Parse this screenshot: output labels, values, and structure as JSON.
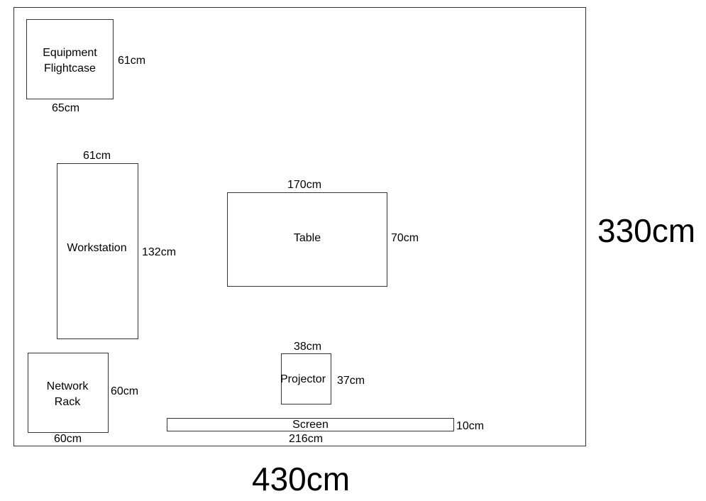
{
  "room": {
    "width_label": "430cm",
    "height_label": "330cm"
  },
  "items": {
    "flightcase": {
      "label_line1": "Equipment",
      "label_line2": "Flightcase",
      "width_label": "65cm",
      "depth_label": "61cm"
    },
    "workstation": {
      "label": "Workstation",
      "width_label": "61cm",
      "depth_label": "132cm"
    },
    "table": {
      "label": "Table",
      "width_label": "170cm",
      "depth_label": "70cm"
    },
    "network_rack": {
      "label_line1": "Network",
      "label_line2": "Rack",
      "width_label": "60cm",
      "depth_label": "60cm"
    },
    "projector": {
      "label": "Projector",
      "width_label": "38cm",
      "depth_label": "37cm"
    },
    "screen": {
      "label": "Screen",
      "width_label": "216cm",
      "depth_label": "10cm"
    }
  }
}
